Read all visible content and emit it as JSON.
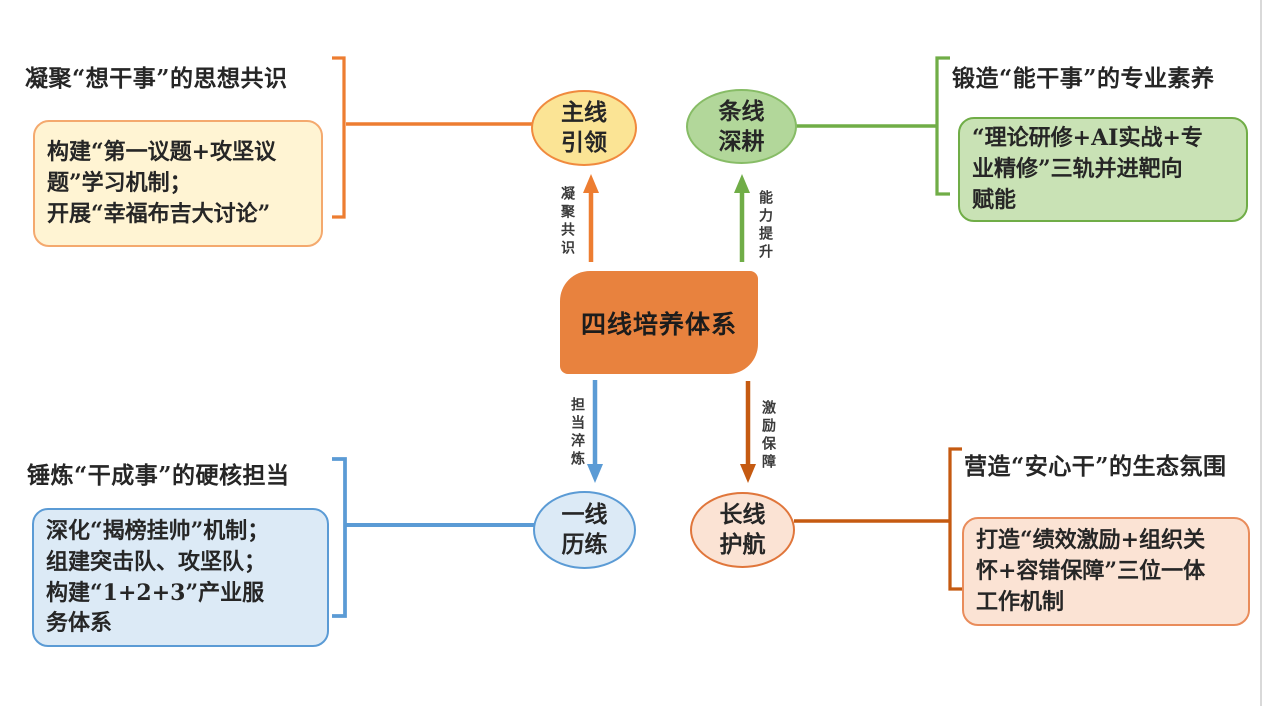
{
  "canvas": {
    "background": "#FFFFFF",
    "slide_edge_color": "#D9D9D9"
  },
  "center": {
    "label": "四线培养体系",
    "fill": "#E8823E",
    "text_color": "#1C1C1C"
  },
  "branches": {
    "main": {
      "node_label": "主线\n引领",
      "node_fill": "#FBE495",
      "node_border": "#F08A3E",
      "arrow_label": "凝聚共识",
      "color": "#ED7D31",
      "heading": "凝聚“想干事”的思想共识",
      "box_text": "构建“第一议题+攻坚议\n题”学习机制；\n开展“幸福布吉大讨论”",
      "box_fill": "#FFF4D3",
      "box_border": "#F4A96E"
    },
    "branch": {
      "node_label": "条线\n深耕",
      "node_fill": "#B2D79A",
      "node_border": "#87BC66",
      "arrow_label": "能力提升",
      "color": "#70AD47",
      "heading": "锻造“能干事”的专业素养",
      "box_text": "“理论研修+AI实战+专\n业精修”三轨并进靶向\n赋能",
      "box_fill": "#C9E2B5",
      "box_border": "#70AD47"
    },
    "front": {
      "node_label": "一线\n历练",
      "node_fill": "#DCEAF6",
      "node_border": "#5B9BD5",
      "arrow_label": "担当淬炼",
      "color": "#5B9BD5",
      "heading": "锤炼“干成事”的硬核担当",
      "box_text": "深化“揭榜挂帅”机制；\n组建突击队、攻坚队；\n构建“1+2+3”产业服\n务体系",
      "box_fill": "#DCEAF6",
      "box_border": "#5B9BD5"
    },
    "long": {
      "node_label": "长线\n护航",
      "node_fill": "#FBE3D4",
      "node_border": "#E0763B",
      "arrow_label": "激励保障",
      "color": "#C55A11",
      "heading": "营造“安心干”的生态氛围",
      "box_text": "打造“绩效激励+组织关\n怀+容错保障”三位一体\n工作机制",
      "box_fill": "#FBE3D4",
      "box_border": "#E98C5B"
    }
  }
}
